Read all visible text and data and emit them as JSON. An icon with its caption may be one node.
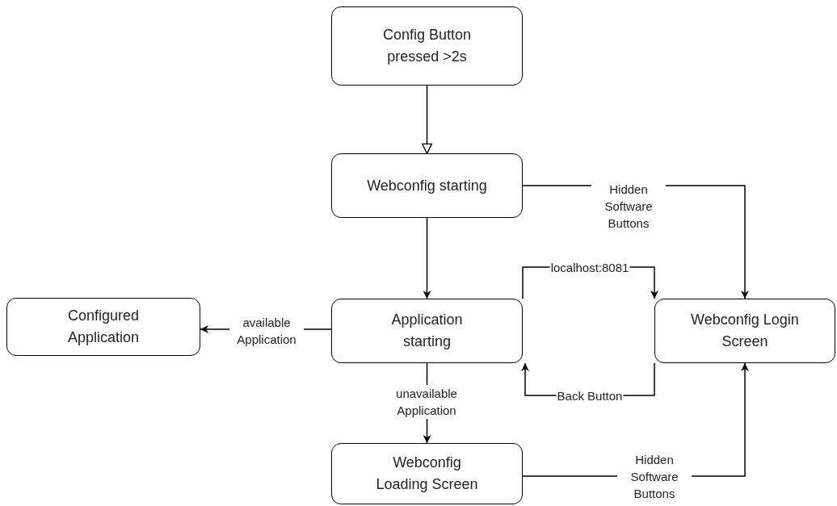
{
  "diagram": {
    "nodes": [
      {
        "text": [
          "Config Button pressed >2s"
        ]
      },
      {
        "text": [
          "Webconfig starting"
        ]
      },
      {
        "text": [
          "Configured Application"
        ]
      },
      {
        "text": [
          "Application starting"
        ]
      },
      {
        "text": [
          "Webconfig Login Screen"
        ]
      },
      {
        "text": [
          "Webconfig Loading Screen"
        ]
      }
    ],
    "edges": [
      {
        "from": 0,
        "to": 1,
        "arrow": "to"
      },
      {
        "from": 1,
        "to": 4,
        "arrow": "to",
        "label": "Hidden Software Buttons"
      },
      {
        "from": 1,
        "to": 3,
        "arrow": "to"
      },
      {
        "from": 3,
        "to": 4,
        "arrow": "to",
        "label": "localhost:8081"
      },
      {
        "from": 3,
        "to": 2,
        "arrow": "to",
        "label": "available Application"
      },
      {
        "from": 4,
        "to": 3,
        "arrow": "to",
        "label": "Back Button"
      },
      {
        "from": 3,
        "to": 5,
        "arrow": "to",
        "label": "unavailable Application"
      },
      {
        "from": 5,
        "to": 4,
        "arrow": "to",
        "label": "Hidden Software Buttons"
      }
    ]
  }
}
